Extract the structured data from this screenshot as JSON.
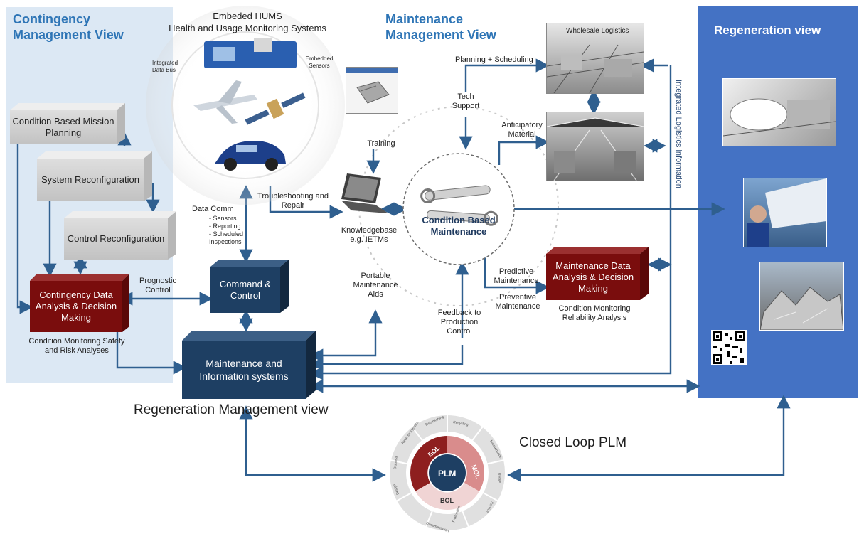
{
  "contingency": {
    "title": "Contingency Management View",
    "boxes": {
      "mission_planning": "Condition Based Mission Planning",
      "system_reconfig": "System Reconfiguration",
      "control_reconfig": "Control Reconfiguration",
      "contingency_analysis": "Contingency Data Analysis & Decision Making"
    },
    "caption": "Condition Monitoring Safety and Risk Analyses",
    "prognostic": "Prognostic Control"
  },
  "hums": {
    "title_line1": "Embeded HUMS",
    "title_line2": "Health and Usage Monitoring Systems",
    "integrated_bus": "Integrated Data Bus",
    "embedded_sensors": "Embedded Sensors"
  },
  "maintenance": {
    "title": "Maintenance Management View",
    "wholesale": "Wholesale Logistics",
    "planning": "Planning + Scheduling",
    "tech_support": "Tech Support",
    "anticipatory": "Anticipatory Material",
    "training": "Training",
    "troubleshooting": "Troubleshooting and Repair",
    "knowledgebase": "Knowledgebase e.g. IETMs",
    "cbm": "Condition Based Maintenance",
    "data_comm": "Data Comm",
    "data_comm_items": [
      "- Sensors",
      "- Reporting",
      "- Scheduled Inspections"
    ],
    "command": "Command & Control",
    "portable": "Portable Maintenance Aids",
    "feedback": "Feedback to Production Control",
    "predictive": "Predictive Maintenance",
    "preventive": "Preventive Maintenance",
    "maint_analysis": "Maintenance Data Analysis & Decision Making",
    "maint_caption": "Condition Monitoring Reliability Analysis",
    "mis": "Maintenance and Information systems",
    "integrated_logistics": "Integrated Logistics information"
  },
  "regeneration": {
    "title": "Regeneration view",
    "management": "Regeneration Management view",
    "closed_loop": "Closed Loop PLM"
  },
  "plm": {
    "center": "PLM",
    "eol": "EOL",
    "mol": "MOL",
    "bol": "BOL",
    "outer": [
      "Recycling",
      "Refurbishing",
      "Reverse logistics",
      "Disposal",
      "Design",
      "Maintenance",
      "Usage",
      "Service",
      "Production",
      "Documentation"
    ]
  },
  "colors": {
    "navy": "#1e3f63",
    "arrow": "#2f5f8f",
    "red": "#7a0d0d",
    "panel_blue": "#4472c4",
    "panel_light": "#dce8f4"
  }
}
